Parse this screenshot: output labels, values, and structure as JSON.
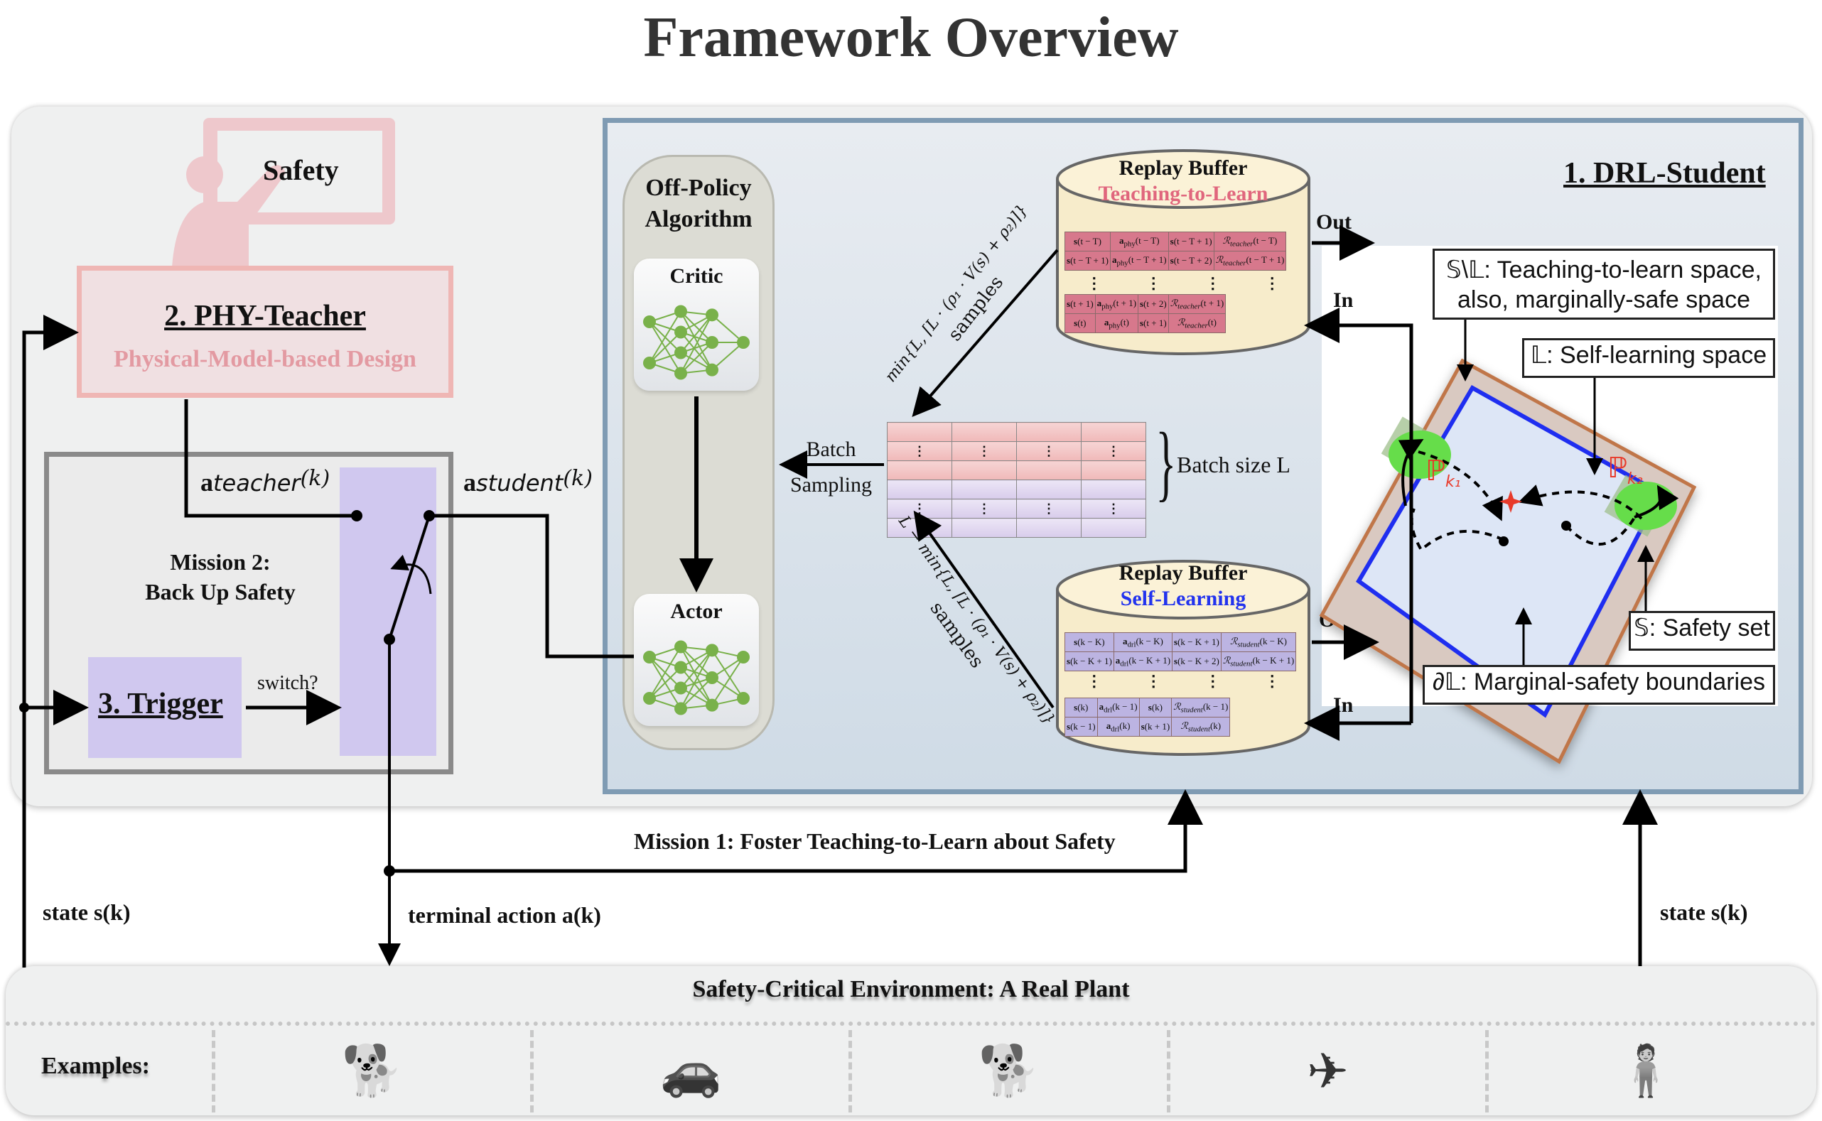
{
  "title": "Framework Overview",
  "teacher": {
    "board_label": "Safety",
    "title": "2. PHY-Teacher",
    "subtitle": "Physical-Model-based Design"
  },
  "mission2": {
    "line1": "Mission 2:",
    "line2": "Back Up Safety",
    "a_teacher_base": "a",
    "a_teacher_sub": "teacher",
    "a_teacher_arg": "(k)",
    "a_student_base": "a",
    "a_student_sub": "student",
    "a_student_arg": "(k)",
    "switch_label": "switch?",
    "trigger_label": "3. Trigger"
  },
  "student": {
    "title": "1. DRL-Student",
    "offpolicy_line1": "Off-Policy",
    "offpolicy_line2": "Algorithm",
    "critic_label": "Critic",
    "actor_label": "Actor",
    "batch_line1": "Batch",
    "batch_line2": "Sampling",
    "batch_size_label": "Batch size L",
    "batch_dots": "⋮",
    "top_sample_formula": "min{L, ⌈L · (ρ₁ · V(s) + ρ₂)⌉}",
    "top_sample_word": "samples",
    "bottom_sample_formula": "L − min{L, ⌈L · (ρ₁ · V(s) + ρ₂)⌉}",
    "bottom_sample_word": "samples",
    "buffer_teach": {
      "title": "Replay Buffer",
      "subtitle": "Teaching-to-Learn",
      "subtitle_color": "#e0667d",
      "out_label": "Out",
      "in_label": "In",
      "rows_top": [
        [
          "s(t − T)",
          "a_phy(t − T)",
          "s(t − T + 1)",
          "ℛ_teacher(t − T)"
        ],
        [
          "s(t − T + 1)",
          "a_phy(t − T + 1)",
          "s(t − T + 2)",
          "ℛ_teacher(t − T + 1)"
        ]
      ],
      "rows_bottom": [
        [
          "s(t + 1)",
          "a_phy(t + 1)",
          "s(t + 2)",
          "ℛ_teacher(t + 1)"
        ],
        [
          "s(t)",
          "a_phy(t)",
          "s(t + 1)",
          "ℛ_teacher(t)"
        ]
      ]
    },
    "buffer_self": {
      "title": "Replay Buffer",
      "subtitle": "Self-Learning",
      "subtitle_color": "#2233ee",
      "out_label": "Out",
      "in_label": "In",
      "rows_top": [
        [
          "s(k − K)",
          "a_drl(k − K)",
          "s(k − K + 1)",
          "ℛ_student(k − K)"
        ],
        [
          "s(k − K + 1)",
          "a_drl(k − K + 1)",
          "s(k − K + 2)",
          "ℛ_student(k − K + 1)"
        ]
      ],
      "rows_bottom": [
        [
          "s(k)",
          "a_drl(k − 1)",
          "s(k)",
          "ℛ_student(k − 1)"
        ],
        [
          "s(k − 1)",
          "a_drl(k)",
          "s(k + 1)",
          "ℛ_student(k)"
        ]
      ]
    },
    "space_labels": {
      "teach_space_1": "𝕊\\𝕃: Teaching-to-learn space,",
      "teach_space_2": "also, marginally-safe space",
      "self_space": "𝕃: Self-learning space",
      "safety_set": "𝕊: Safety set",
      "boundary": "∂𝕃: Marginal-safety boundaries",
      "pk1": "ℙ",
      "pk1_sub": "k₁",
      "pk2": "ℙ",
      "pk2_sub": "k₂"
    }
  },
  "flow": {
    "mission1": "Mission 1: Foster Teaching-to-Learn about Safety",
    "state_left": "state s(k)",
    "terminal_action": "terminal action a(k)",
    "state_right": "state s(k)"
  },
  "environment": {
    "title": "Safety-Critical Environment: A Real Plant",
    "examples_label": "Examples:",
    "examples": [
      "quadruped-robot-black",
      "autonomous-vehicle",
      "quadruped-robot-gray",
      "quadrotor-drone",
      "humanoid-robot"
    ]
  },
  "colors": {
    "teacher_pink": "#efb6b4",
    "teacher_text": "#e39aa2",
    "trigger_violet": "#d0c8ef",
    "drl_border": "#7f9bb3",
    "nn_green": "#79b14a",
    "safe_blue": "#1f2ef0",
    "safety_brown": "#c0764a"
  }
}
